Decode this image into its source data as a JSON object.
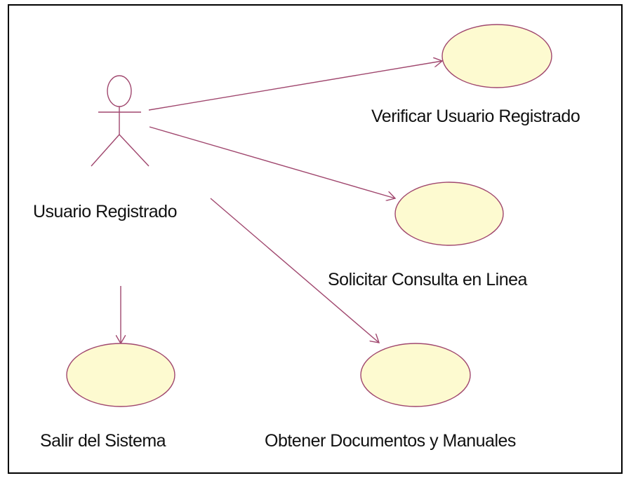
{
  "diagram": {
    "type": "use-case",
    "actor": {
      "name": "Usuario Registrado"
    },
    "use_cases": [
      {
        "id": "verificar",
        "label": "Verificar Usuario Registrado"
      },
      {
        "id": "solicitar",
        "label": "Solicitar Consulta en Linea"
      },
      {
        "id": "salir",
        "label": "Salir del Sistema"
      },
      {
        "id": "obtener",
        "label": "Obtener Documentos y Manuales"
      }
    ],
    "associations": [
      {
        "from": "actor",
        "to": "verificar"
      },
      {
        "from": "actor",
        "to": "solicitar"
      },
      {
        "from": "actor",
        "to": "obtener"
      },
      {
        "from": "actor",
        "to": "salir"
      }
    ]
  },
  "colors": {
    "line": "#a0476e",
    "ellipse_fill": "#fdfad0",
    "ellipse_stroke": "#a0476e",
    "frame": "#000000",
    "text": "#111111"
  }
}
